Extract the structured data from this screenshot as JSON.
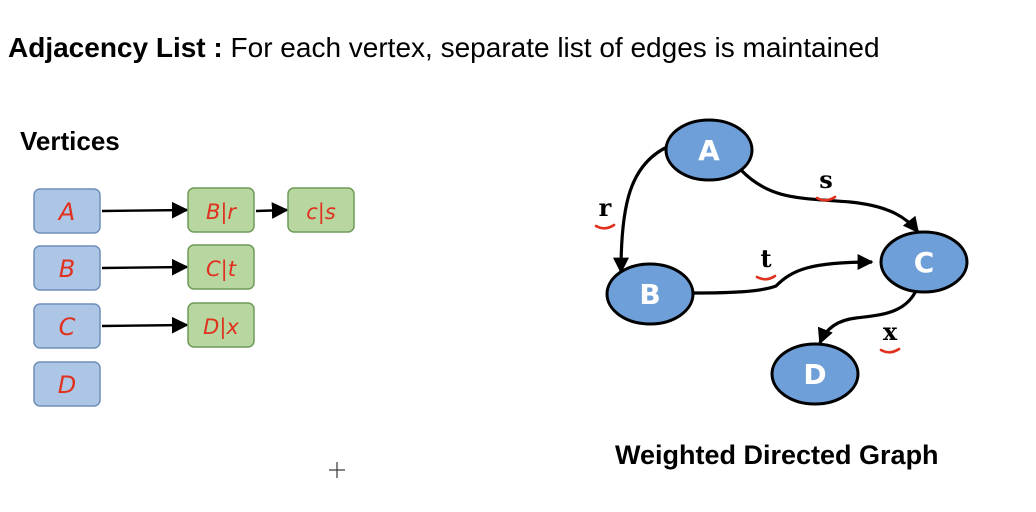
{
  "heading": {
    "bold": "Adjacency List :",
    "text": " For each vertex, separate list of edges is maintained"
  },
  "vertices_title": "Vertices",
  "graph_title": "Weighted Directed Graph",
  "colors": {
    "vertex_box": "#aec6e6",
    "vertex_border": "#6f8fb9",
    "edge_box": "#b7d6a0",
    "edge_border": "#6f9a58",
    "handwriting": "#e0301e",
    "node_fill": "#6f9fd8",
    "node_border": "#000000",
    "underline": "#e0301e"
  },
  "adjacency_list": [
    {
      "vertex": "A",
      "edges": [
        "B|r",
        "c|s"
      ]
    },
    {
      "vertex": "B",
      "edges": [
        "C|t"
      ]
    },
    {
      "vertex": "C",
      "edges": [
        "D|x"
      ]
    },
    {
      "vertex": "D",
      "edges": []
    }
  ],
  "graph": {
    "nodes": [
      "A",
      "B",
      "C",
      "D"
    ],
    "edges": [
      {
        "from": "A",
        "to": "B",
        "weight": "r"
      },
      {
        "from": "A",
        "to": "C",
        "weight": "s"
      },
      {
        "from": "B",
        "to": "C",
        "weight": "t"
      },
      {
        "from": "C",
        "to": "D",
        "weight": "x"
      }
    ]
  }
}
